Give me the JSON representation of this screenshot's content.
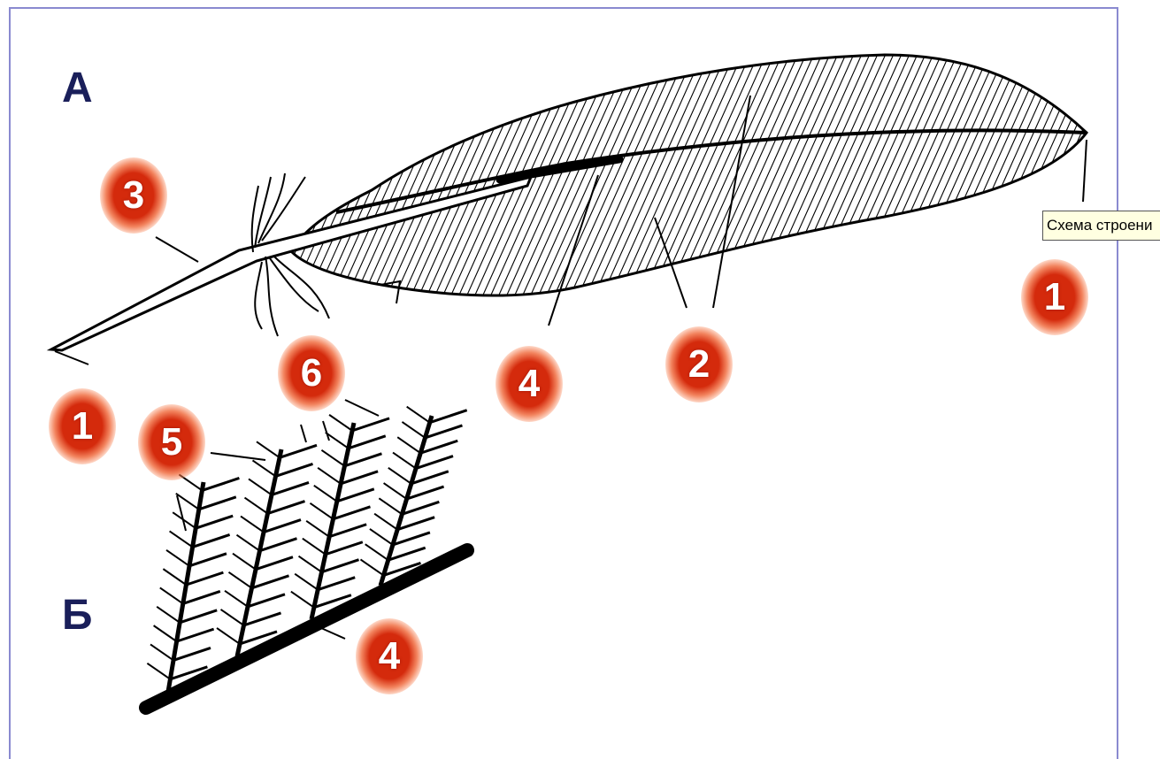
{
  "sections": {
    "a": "А",
    "b": "Б"
  },
  "markers": [
    {
      "id": "3-shaft",
      "label": "3"
    },
    {
      "id": "1-tip-left",
      "label": "1"
    },
    {
      "id": "6-barbules",
      "label": "6"
    },
    {
      "id": "4-rachis-a",
      "label": "4"
    },
    {
      "id": "2-vane",
      "label": "2"
    },
    {
      "id": "1-tip-right",
      "label": "1"
    },
    {
      "id": "5-barbs",
      "label": "5"
    },
    {
      "id": "4-rachis-b",
      "label": "4"
    }
  ],
  "tooltip": {
    "text": "Схема строени"
  },
  "colors": {
    "marker": "#d42a0c",
    "letters": "#1a1f5a",
    "frame": "#8a8ad0",
    "tooltip_bg": "#ffffe1"
  }
}
